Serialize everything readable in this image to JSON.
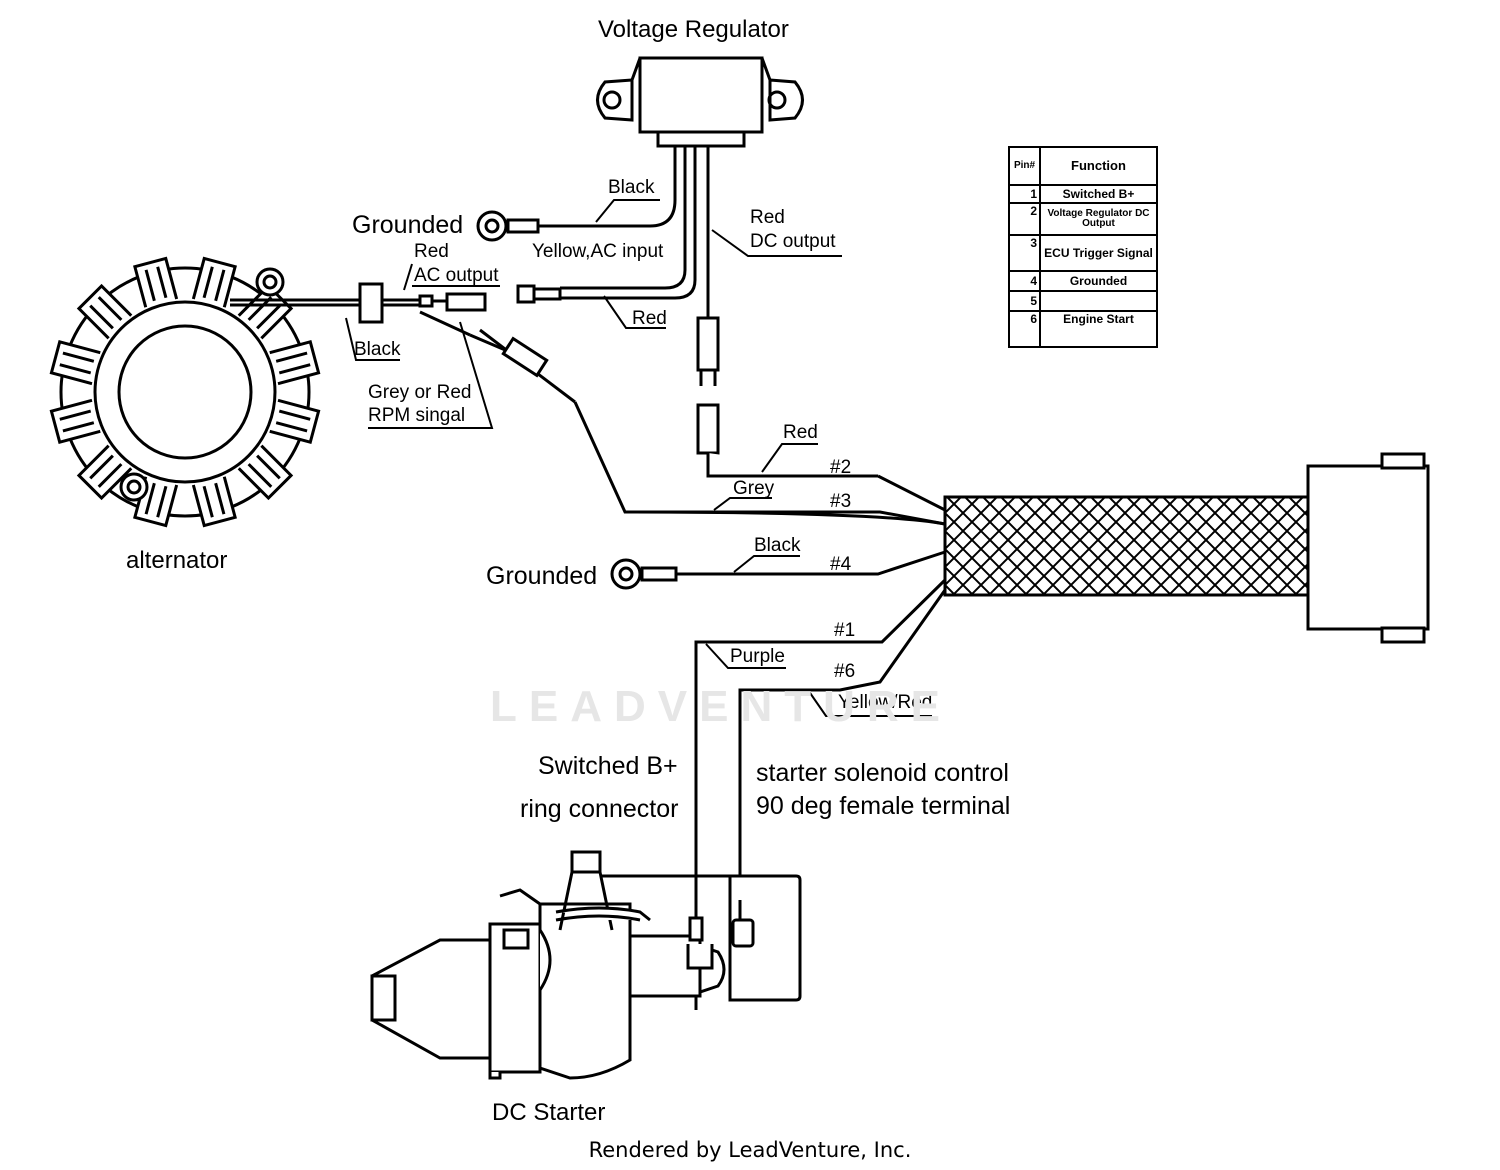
{
  "title": "Voltage Regulator",
  "footer": "Rendered by LeadVenture, Inc.",
  "watermark": "LEADVENTURE",
  "components": {
    "alternator": "alternator",
    "starter": "DC Starter"
  },
  "labels": {
    "grounded_top": "Grounded",
    "grounded_mid": "Grounded",
    "black_reg": "Black",
    "red_dc_1": "Red",
    "red_dc_2": "DC output",
    "yellow_ac": "Yellow,AC input",
    "red_reg": "Red",
    "red_ac_1": "Red",
    "red_ac_2": "AC output",
    "black_alt": "Black",
    "grey_rpm_1": "Grey or Red",
    "grey_rpm_2": "RPM singal",
    "red_pin2": "Red",
    "grey_pin3": "Grey",
    "black_pin4": "Black",
    "purple_pin1": "Purple",
    "yellowred_pin6": "Yellow/Red",
    "switched_1": "Switched B+",
    "switched_2": "ring connector",
    "solenoid_1": "starter solenoid control",
    "solenoid_2": "90 deg female terminal"
  },
  "pin_numbers": {
    "p2": "#2",
    "p3": "#3",
    "p4": "#4",
    "p1": "#1",
    "p6": "#6"
  },
  "pin_table": {
    "header_pin": "Pin#",
    "header_function": "Function",
    "rows": [
      {
        "pin": "1",
        "function": "Switched B+"
      },
      {
        "pin": "2",
        "function": "Voltage Regulator DC Output"
      },
      {
        "pin": "3",
        "function": "ECU Trigger Signal"
      },
      {
        "pin": "4",
        "function": "Grounded"
      },
      {
        "pin": "5",
        "function": ""
      },
      {
        "pin": "6",
        "function": "Engine Start"
      }
    ]
  }
}
